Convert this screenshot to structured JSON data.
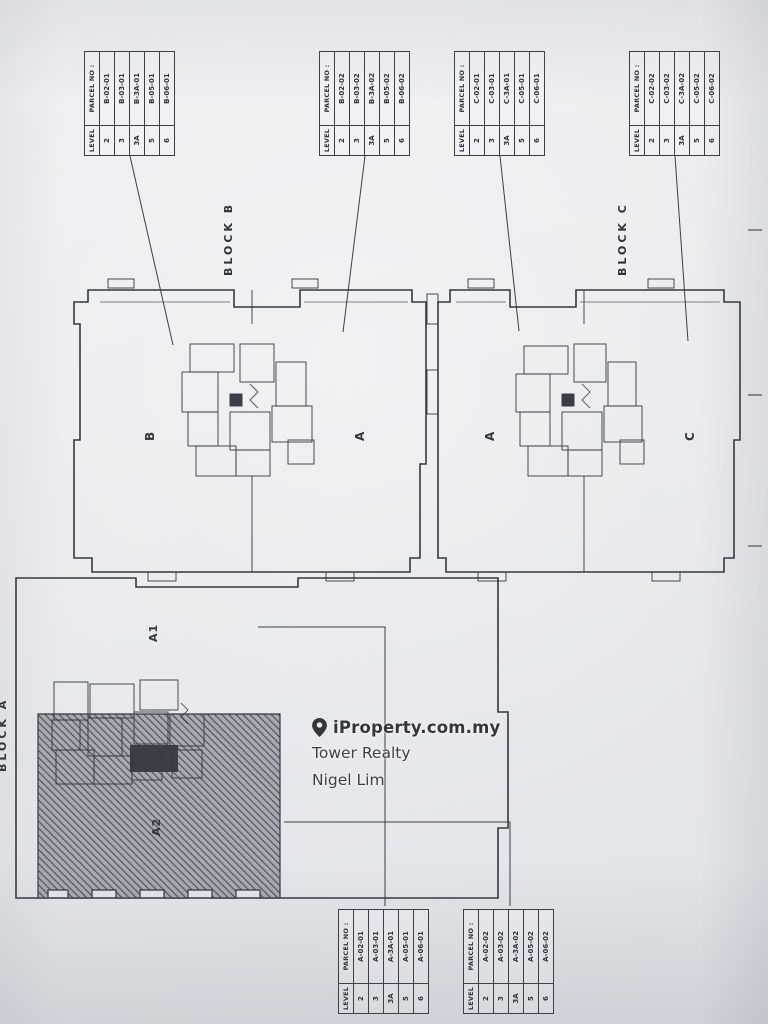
{
  "watermark": {
    "brand": "iProperty.com.my",
    "agency": "Tower Realty",
    "agent": "Nigel Lim"
  },
  "block_titles": {
    "a": "BLOCK A",
    "b": "BLOCK B",
    "c": "BLOCK C"
  },
  "unit_labels": {
    "block_b_unit1": "B",
    "block_b_unit2": "A",
    "block_c_unit1": "A",
    "block_c_unit2": "C",
    "block_a_unit1": "A1",
    "block_a_unit2": "A2"
  },
  "tables": [
    {
      "name": "Block B unit 01",
      "header_level": "LEVEL",
      "header_parcel": "PARCEL NO :",
      "rows": [
        {
          "level": "2",
          "parcel": "B-02-01"
        },
        {
          "level": "3",
          "parcel": "B-03-01"
        },
        {
          "level": "3A",
          "parcel": "B-3A-01"
        },
        {
          "level": "5",
          "parcel": "B-05-01"
        },
        {
          "level": "6",
          "parcel": "B-06-01"
        }
      ]
    },
    {
      "name": "Block B unit 02",
      "header_level": "LEVEL",
      "header_parcel": "PARCEL NO :",
      "rows": [
        {
          "level": "2",
          "parcel": "B-02-02"
        },
        {
          "level": "3",
          "parcel": "B-03-02"
        },
        {
          "level": "3A",
          "parcel": "B-3A-02"
        },
        {
          "level": "5",
          "parcel": "B-05-02"
        },
        {
          "level": "6",
          "parcel": "B-06-02"
        }
      ]
    },
    {
      "name": "Block C unit 01",
      "header_level": "LEVEL",
      "header_parcel": "PARCEL NO :",
      "rows": [
        {
          "level": "2",
          "parcel": "C-02-01"
        },
        {
          "level": "3",
          "parcel": "C-03-01"
        },
        {
          "level": "3A",
          "parcel": "C-3A-01"
        },
        {
          "level": "5",
          "parcel": "C-05-01"
        },
        {
          "level": "6",
          "parcel": "C-06-01"
        }
      ]
    },
    {
      "name": "Block C unit 02",
      "header_level": "LEVEL",
      "header_parcel": "PARCEL NO :",
      "rows": [
        {
          "level": "2",
          "parcel": "C-02-02"
        },
        {
          "level": "3",
          "parcel": "C-03-02"
        },
        {
          "level": "3A",
          "parcel": "C-3A-02"
        },
        {
          "level": "5",
          "parcel": "C-05-02"
        },
        {
          "level": "6",
          "parcel": "C-06-02"
        }
      ]
    },
    {
      "name": "Block A unit 01",
      "header_level": "LEVEL",
      "header_parcel": "PARCEL NO :",
      "rows": [
        {
          "level": "2",
          "parcel": "A-02-01"
        },
        {
          "level": "3",
          "parcel": "A-03-01"
        },
        {
          "level": "3A",
          "parcel": "A-3A-01"
        },
        {
          "level": "5",
          "parcel": "A-05-01"
        },
        {
          "level": "6",
          "parcel": "A-06-01"
        }
      ]
    },
    {
      "name": "Block A unit 02",
      "header_level": "LEVEL",
      "header_parcel": "PARCEL NO :",
      "rows": [
        {
          "level": "2",
          "parcel": "A-02-02"
        },
        {
          "level": "3",
          "parcel": "A-03-02"
        },
        {
          "level": "3A",
          "parcel": "A-3A-02"
        },
        {
          "level": "5",
          "parcel": "A-05-02"
        },
        {
          "level": "6",
          "parcel": "A-06-02"
        }
      ]
    }
  ]
}
